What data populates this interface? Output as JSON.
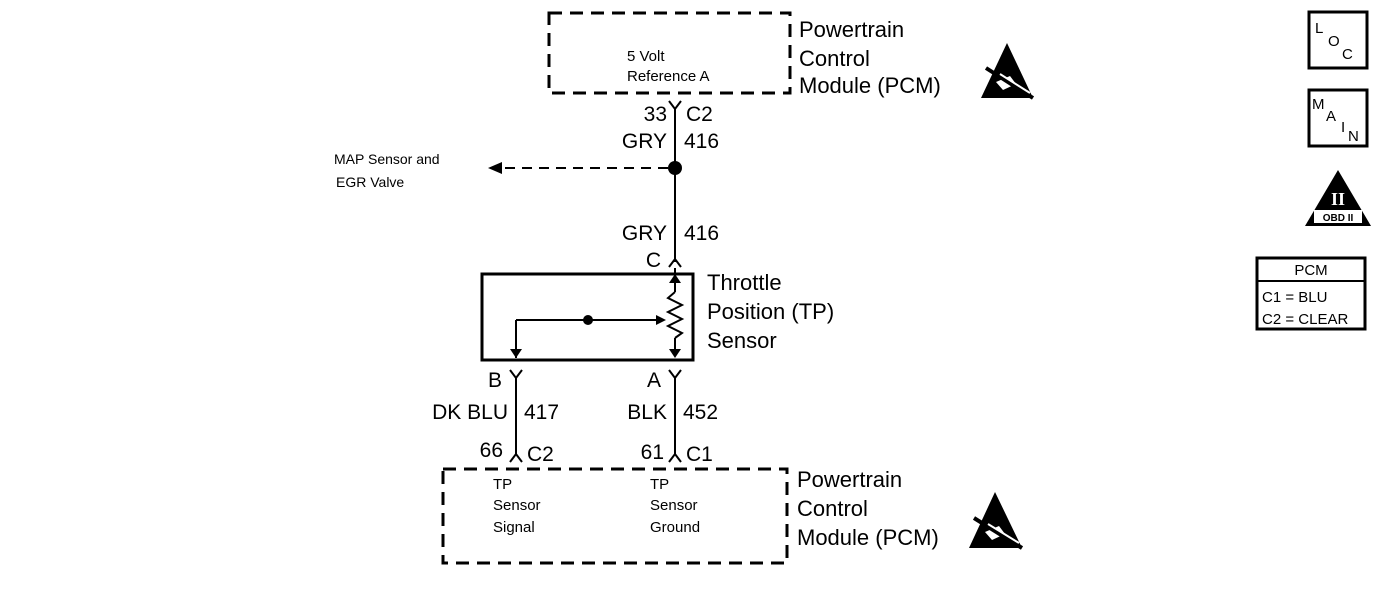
{
  "pcm_top": {
    "title_lines": [
      "Powertrain",
      "Control",
      "Module (PCM)"
    ],
    "inner_lines": [
      "5 Volt",
      "Reference A"
    ]
  },
  "pcm_bottom": {
    "title_lines": [
      "Powertrain",
      "Control",
      "Module (PCM)"
    ],
    "signal_lines": [
      "TP",
      "Sensor",
      "Signal"
    ],
    "ground_lines": [
      "TP",
      "Sensor",
      "Ground"
    ]
  },
  "top_connector": {
    "pin": "33",
    "connector": "C2"
  },
  "wire_ref_upper": {
    "color": "GRY",
    "circuit": "416"
  },
  "splice_branch": {
    "label_lines": [
      "MAP  Sensor and",
      "EGR Valve"
    ]
  },
  "wire_ref_lower": {
    "color": "GRY",
    "circuit": "416"
  },
  "sensor": {
    "terminal_c": "C",
    "terminal_b": "B",
    "terminal_a": "A",
    "name_lines": [
      "Throttle",
      "Position (TP)",
      "Sensor"
    ]
  },
  "wire_signal": {
    "color": "DK BLU",
    "circuit": "417",
    "pin": "66",
    "connector": "C2"
  },
  "wire_ground": {
    "color": "BLK",
    "circuit": "452",
    "pin": "61",
    "connector": "C1"
  },
  "icons": {
    "loc": {
      "big": "L",
      "mid": "O",
      "small": "C"
    },
    "main": {
      "l1": "M",
      "l2": "A",
      "l3": "I",
      "l4": "N"
    },
    "obd": {
      "numeral": "II",
      "label": "OBD II"
    }
  },
  "pcm_legend": {
    "title": "PCM",
    "rows": [
      "C1 = BLU",
      "C2 = CLEAR"
    ]
  }
}
